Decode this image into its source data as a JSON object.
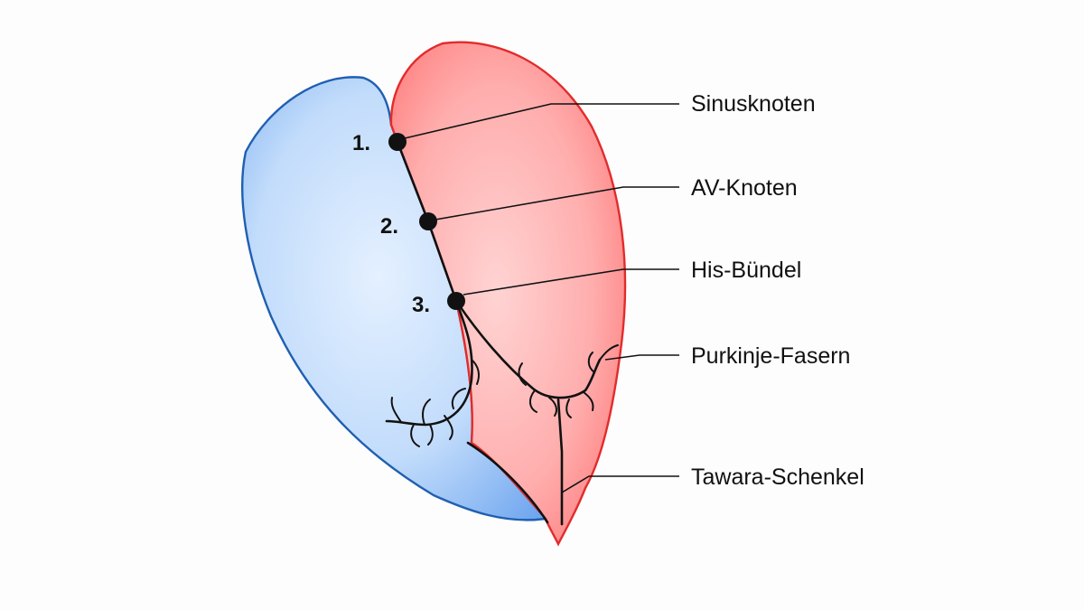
{
  "diagram": {
    "colors": {
      "left_fill_light": "#dbeaff",
      "left_fill_dark": "#6fa6ef",
      "left_outline": "#1f5fb0",
      "right_fill_light": "#ffc9c9",
      "right_fill_dark": "#ff6b6b",
      "right_outline": "#e32b2b",
      "conduction": "#111111"
    },
    "markers": [
      {
        "number": "1."
      },
      {
        "number": "2."
      },
      {
        "number": "3."
      }
    ],
    "labels": [
      {
        "text": "Sinusknoten"
      },
      {
        "text": "AV-Knoten"
      },
      {
        "text": "His-Bündel"
      },
      {
        "text": "Purkinje-Fasern"
      },
      {
        "text": "Tawara-Schenkel"
      }
    ]
  }
}
